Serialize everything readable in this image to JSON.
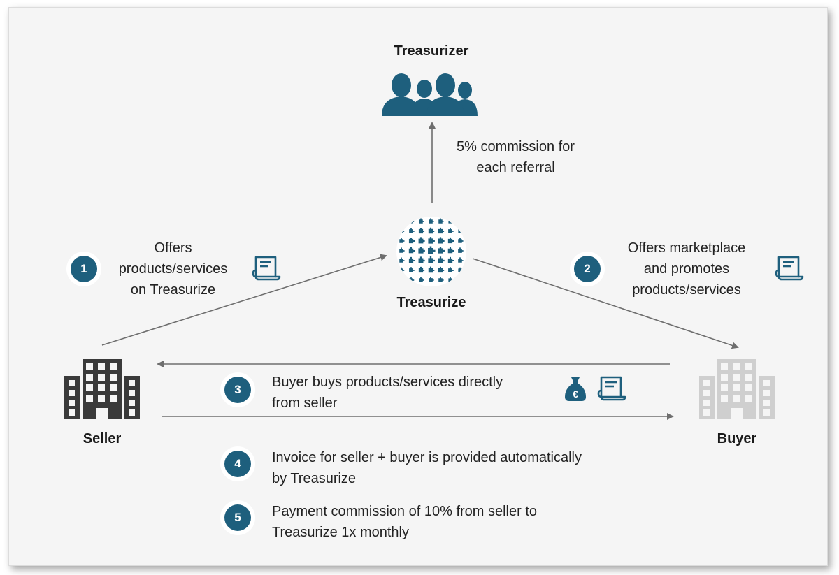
{
  "nodes": {
    "treasurizer": "Treasurizer",
    "treasurize": "Treasurize",
    "seller": "Seller",
    "buyer": "Buyer"
  },
  "commission_text": [
    "5% commission for",
    "each referral"
  ],
  "steps": [
    {
      "number": "1",
      "lines": [
        "Offers",
        "products/services",
        "on Treasurize"
      ]
    },
    {
      "number": "2",
      "lines": [
        "Offers marketplace",
        "and promotes",
        "products/services"
      ]
    },
    {
      "number": "3",
      "lines": [
        "Buyer buys products/services  directly",
        "from seller"
      ]
    },
    {
      "number": "4",
      "lines": [
        "Invoice for seller + buyer is provided automatically",
        "by Treasurize"
      ]
    },
    {
      "number": "5",
      "lines": [
        "Payment commission of 10% from seller to",
        "Treasurize  1x monthly"
      ]
    }
  ],
  "icons": {
    "people": "people-group-icon",
    "globe": "treasurize-globe-logo",
    "seller_building": "building-icon",
    "buyer_building": "building-icon",
    "document": "document-scroll-icon",
    "money_bag": "euro-money-bag-icon"
  },
  "colors": {
    "accent": "#1e5f7d",
    "seller": "#3a3a3a",
    "buyer": "#cfcfcf",
    "arrow": "#6e6e6e"
  }
}
